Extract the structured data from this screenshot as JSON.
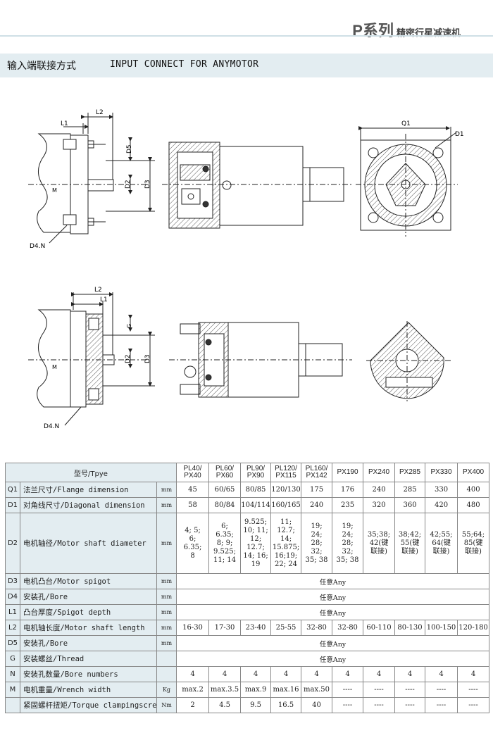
{
  "header": {
    "series": "P系列",
    "subtitle": "精密行星减速机"
  },
  "section": {
    "title_cn": "输入端联接方式",
    "title_en": "INPUT CONNECT FOR ANYMOTOR"
  },
  "drawing_labels": {
    "L1": "L1",
    "L2": "L2",
    "D5": "D5",
    "D2": "D2",
    "D3": "D3",
    "M": "M",
    "D4N": "D4.N",
    "Q1": "Q1",
    "D1": "D1",
    "G": "G"
  },
  "table": {
    "title": "型号/Tpye",
    "models": [
      "PL40/\nPX40",
      "PL60/\nPX60",
      "PL90/\nPX90",
      "PL120/\nPX115",
      "PL160/\nPX142",
      "PX190",
      "PX240",
      "PX285",
      "PX330",
      "PX400"
    ],
    "rows": [
      {
        "sym": "Q1",
        "name": "法兰尺寸/Flange dimension",
        "unit": "mm",
        "values": [
          "45",
          "60/65",
          "80/85",
          "120/130",
          "175",
          "176",
          "240",
          "285",
          "330",
          "400"
        ]
      },
      {
        "sym": "D1",
        "name": "对角线尺寸/Diagonal dimension",
        "unit": "mm",
        "values": [
          "58",
          "80/84",
          "104/114",
          "160/165",
          "240",
          "235",
          "320",
          "360",
          "420",
          "480"
        ]
      },
      {
        "sym": "D2",
        "name": "电机轴径/Motor shaft diameter",
        "unit": "mm",
        "values": [
          "4; 5;\n6;\n6.35;\n8",
          "6;\n6.35;\n8; 9;\n9.525;\n11; 14",
          "9.525;\n10; 11;\n12;\n12.7;\n14; 16;\n19",
          "11;\n12.7;\n14;\n15.875;\n16;19;\n22; 24",
          "19;\n24;\n28;\n32;\n35; 38",
          "19;\n24;\n28;\n32;\n35; 38",
          "35;38;\n42(键\n联接)",
          "38;42;\n55(键\n联接)",
          "42;55;\n64(键\n联接)",
          "55;64;\n85(键\n联接)"
        ]
      },
      {
        "sym": "D3",
        "name": "电机凸台/Motor spigot",
        "unit": "mm",
        "any": "任意Any"
      },
      {
        "sym": "D4",
        "name": "安装孔/Bore",
        "unit": "mm",
        "any": "任意Any"
      },
      {
        "sym": "L1",
        "name": "凸台厚度/Spigot depth",
        "unit": "mm",
        "any": "任意Any"
      },
      {
        "sym": "L2",
        "name": "电机轴长度/Motor shaft length",
        "unit": "mm",
        "values": [
          "16-30",
          "17-30",
          "23-40",
          "25-55",
          "32-80",
          "32-80",
          "60-110",
          "80-130",
          "100-150",
          "120-180"
        ]
      },
      {
        "sym": "D5",
        "name": "安装孔/Bore",
        "unit": "mm",
        "any": "任意Any"
      },
      {
        "sym": "G",
        "name": "安装螺丝/Thread",
        "unit": "",
        "any": "任意Any"
      },
      {
        "sym": "N",
        "name": "安装孔数量/Bore numbers",
        "unit": "",
        "values": [
          "4",
          "4",
          "4",
          "4",
          "4",
          "4",
          "4",
          "4",
          "4",
          "4"
        ]
      },
      {
        "sym": "M",
        "name": "电机重量/Wrench width",
        "unit": "Kg",
        "values": [
          "max.2",
          "max.3.5",
          "max.9",
          "max.16",
          "max.50",
          "----",
          "----",
          "----",
          "----",
          "----"
        ]
      },
      {
        "sym": "",
        "name": "紧固螺杆扭矩/Torque clampingscrew",
        "unit": "Nm",
        "values": [
          "2",
          "4.5",
          "9.5",
          "16.5",
          "40",
          "----",
          "----",
          "----",
          "----",
          "----"
        ]
      }
    ]
  }
}
